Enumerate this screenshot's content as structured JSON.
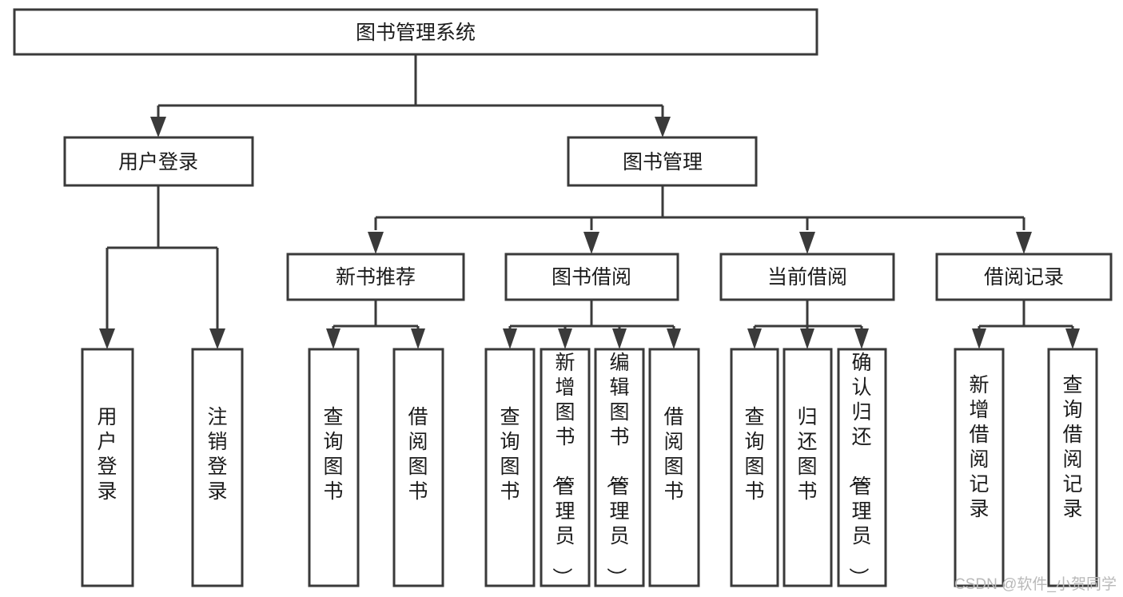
{
  "diagram": {
    "title": "图书管理系统",
    "watermark": "CSDN @软件_小贺同学",
    "colors": {
      "stroke": "#3a3a3a",
      "fill": "#ffffff",
      "text": "#1b1b1b",
      "watermark": "#b9b9b9",
      "background": "#ffffff"
    },
    "root": {
      "label": "图书管理系统"
    },
    "level2": [
      {
        "label": "用户登录"
      },
      {
        "label": "图书管理"
      }
    ],
    "level3": [
      {
        "label": "新书推荐"
      },
      {
        "label": "图书借阅"
      },
      {
        "label": "当前借阅"
      },
      {
        "label": "借阅记录"
      }
    ],
    "leaves": {
      "user_login": [
        {
          "label": "用户登录"
        },
        {
          "label": "注销登录"
        }
      ],
      "new_book_recommend": [
        {
          "label": "查询图书"
        },
        {
          "label": "借阅图书"
        }
      ],
      "book_borrow": [
        {
          "label": "查询图书"
        },
        {
          "label": "新增图书（管理员）"
        },
        {
          "label": "编辑图书（管理员）"
        },
        {
          "label": "借阅图书"
        }
      ],
      "current_borrow": [
        {
          "label": "查询图书"
        },
        {
          "label": "归还图书"
        },
        {
          "label": "确认归还（管理员）"
        }
      ],
      "borrow_records": [
        {
          "label": "新增借阅记录"
        },
        {
          "label": "查询借阅记录"
        }
      ]
    }
  }
}
